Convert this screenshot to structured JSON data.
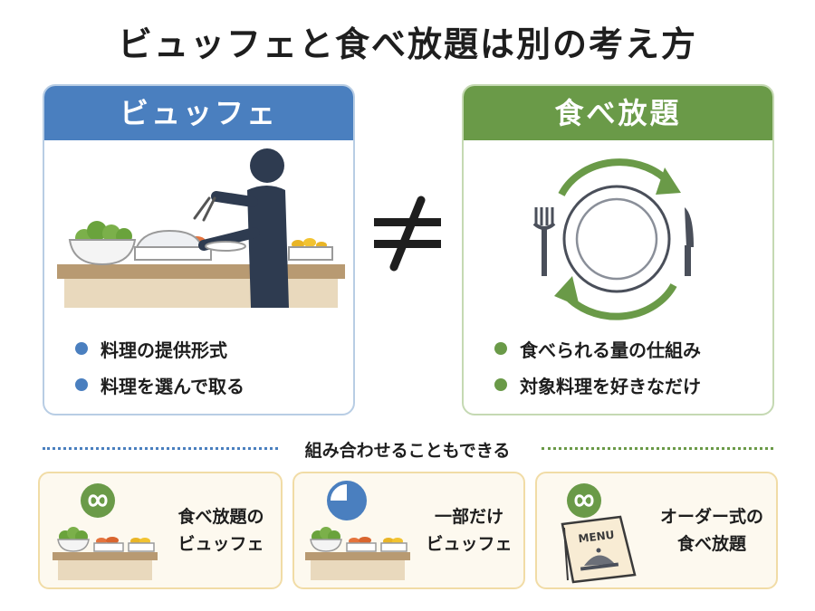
{
  "title": "ビュッフェと食べ放題は別の考え方",
  "left_panel": {
    "header": "ビュッフェ",
    "bullets": [
      "料理の提供形式",
      "料理を選んで取る"
    ],
    "color": "#4a7fbf"
  },
  "right_panel": {
    "header": "食べ放題",
    "bullets": [
      "食べられる量の仕組み",
      "対象料理を好きなだけ"
    ],
    "color": "#6a9a48"
  },
  "not_equal": "≠",
  "combo": {
    "heading": "組み合わせることもできる",
    "cards": [
      {
        "line1": "食べ放題の",
        "line2": "ビュッフェ",
        "icon": "infinity-icon"
      },
      {
        "line1": "一部だけ",
        "line2": "ビュッフェ",
        "icon": "partial-clock-icon"
      },
      {
        "line1": "オーダー式の",
        "line2": "食べ放題",
        "icon": "infinity-icon"
      }
    ],
    "menu_label": "MENU"
  }
}
